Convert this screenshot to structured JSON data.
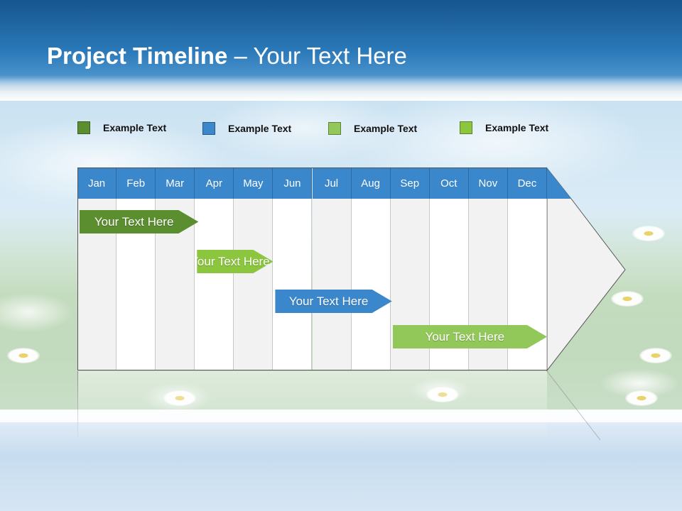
{
  "slide": {
    "title_bold": "Project Timeline",
    "title_rest": " – Your Text Here"
  },
  "legend": [
    {
      "label": "Example Text",
      "color": "#5b8e2f"
    },
    {
      "label": "Example Text",
      "color": "#3a87cc"
    },
    {
      "label": "Example Text",
      "color": "#92c85a"
    },
    {
      "label": "Example Text",
      "color": "#8cc63f"
    }
  ],
  "timeline": {
    "months": [
      "Jan",
      "Feb",
      "Mar",
      "Apr",
      "May",
      "Jun",
      "Jul",
      "Aug",
      "Sep",
      "Oct",
      "Nov",
      "Dec"
    ],
    "header_color": "#3a87cc",
    "tasks": [
      {
        "label": "Your  Text Here",
        "start_month": "Jan",
        "end_month": "Apr",
        "color": "#5b8e2f"
      },
      {
        "label": "Your  Text Here",
        "start_month": "Apr",
        "end_month": "Jun",
        "color": "#8cc63f"
      },
      {
        "label": "Your  Text Here",
        "start_month": "Jun",
        "end_month": "Sep",
        "color": "#3a87cc"
      },
      {
        "label": "Your  Text Here",
        "start_month": "Sep",
        "end_month": "Dec",
        "color": "#92c85a"
      }
    ]
  }
}
